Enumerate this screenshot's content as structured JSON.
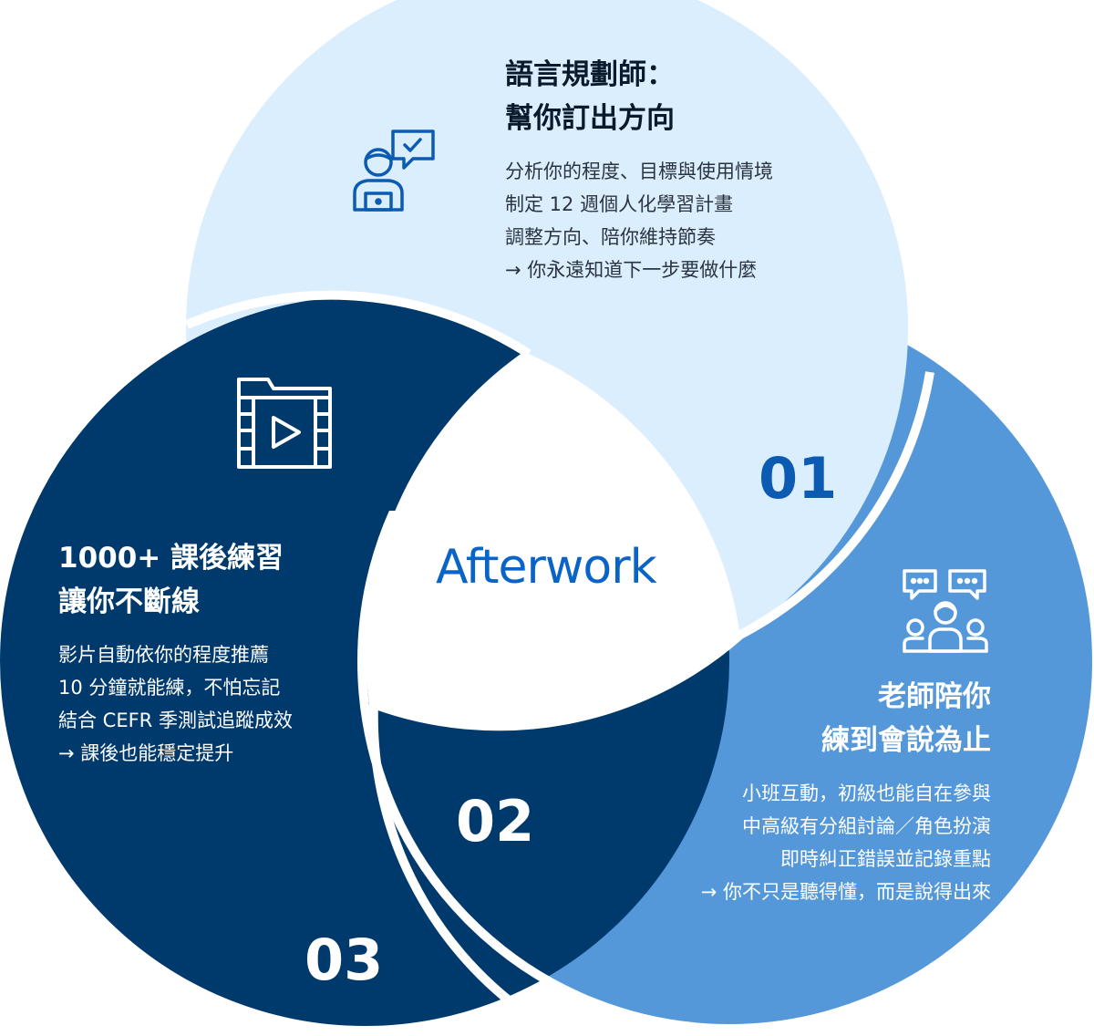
{
  "brand": "Afterwork",
  "colors": {
    "light": "#dbeefd",
    "medium": "#5598da",
    "dark": "#003a6c",
    "title_dark": "#0a1a2e",
    "text_dark": "#2b3340",
    "brand_blue": "#0a64c8",
    "num_01": "#0b5bb3",
    "white": "#ffffff"
  },
  "sections": [
    {
      "number": "01",
      "icon": "consultant-chat-icon",
      "title": [
        "語言規劃師：",
        "幫你訂出方向"
      ],
      "lines": [
        "分析你的程度、目標與使用情境",
        "制定 12 週個人化學習計畫",
        "調整方向、陪你維持節奏",
        "→ 你永遠知道下一步要做什麼"
      ]
    },
    {
      "number": "02",
      "icon": "group-discussion-icon",
      "title": [
        "老師陪你",
        "練到會說為止"
      ],
      "lines": [
        "小班互動，初級也能自在參與",
        "中高級有分組討論／角色扮演",
        "即時糾正錯誤並記錄重點",
        "→ 你不只是聽得懂，而是說得出來"
      ]
    },
    {
      "number": "03",
      "icon": "video-folder-icon",
      "title": [
        "1000+ 課後練習",
        "讓你不斷線"
      ],
      "lines": [
        "影片自動依你的程度推薦",
        "10 分鐘就能練，不怕忘記",
        "結合 CEFR 季測試追蹤成效",
        "→ 課後也能穩定提升"
      ]
    }
  ]
}
